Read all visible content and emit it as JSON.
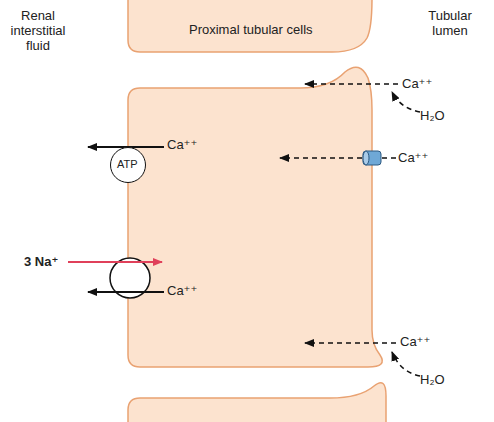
{
  "diagram": {
    "nodes": [
      {
        "text": [
          "Proximal tubular cells"
        ]
      },
      {
        "text": [
          "ATP"
        ]
      }
    ],
    "labels": [
      "Renal interstitial fluid",
      "Tubular lumen",
      "Ca⁺⁺",
      "H₂O",
      "Ca⁺⁺",
      "Ca⁺⁺",
      "3 Na⁺",
      "Ca⁺⁺",
      "Ca⁺⁺",
      "H₂O"
    ]
  }
}
